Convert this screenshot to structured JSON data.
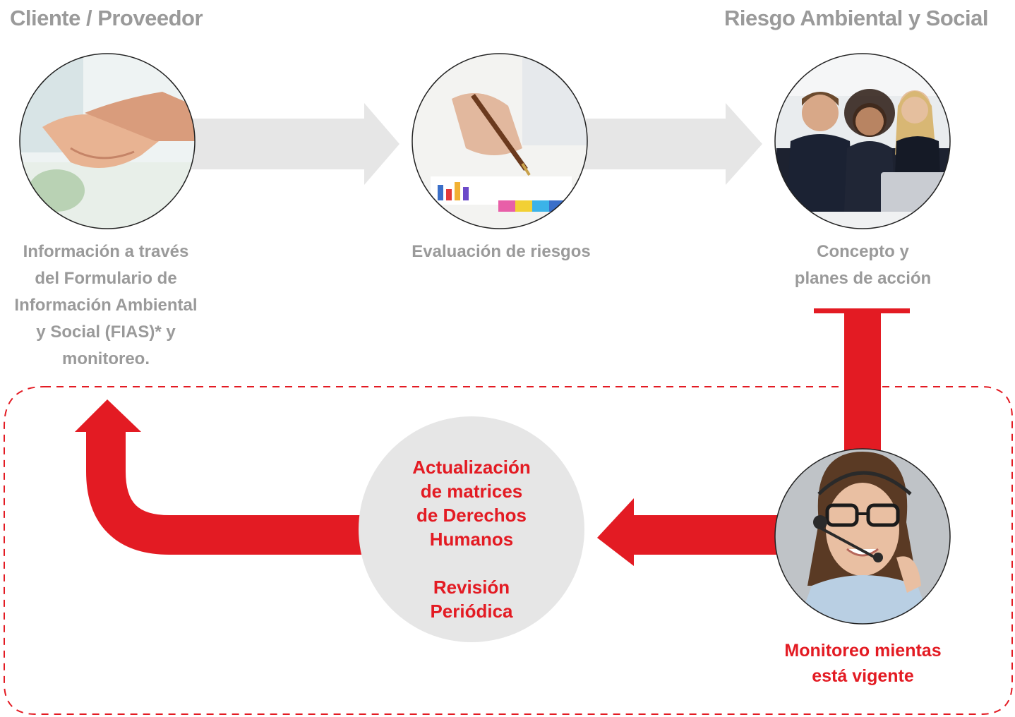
{
  "headings": {
    "left": "Cliente / Proveedor",
    "right": "Riesgo Ambiental y Social"
  },
  "steps": [
    {
      "icon": "handshake-photo",
      "caption": "Información a través\ndel Formulario de\nInformación Ambiental\ny Social (FIAS)* y\nmonitoreo."
    },
    {
      "icon": "pen-on-charts-photo",
      "caption": "Evaluación de riesgos"
    },
    {
      "icon": "team-at-laptop-photo",
      "caption": "Concepto y\nplanes de acción"
    },
    {
      "icon": "headset-operator-photo",
      "caption": "Monitoreo mientas\nestá vigente"
    }
  ],
  "center_node": {
    "line1": "Actualización\nde matrices\nde Derechos\nHumanos",
    "line2": "Revisión\nPeriódica"
  },
  "colors": {
    "accent_red": "#e31b23",
    "gray_arrow": "#e6e6e6",
    "gray_text": "#9a9a9a",
    "center_circle": "#e6e6e6"
  }
}
